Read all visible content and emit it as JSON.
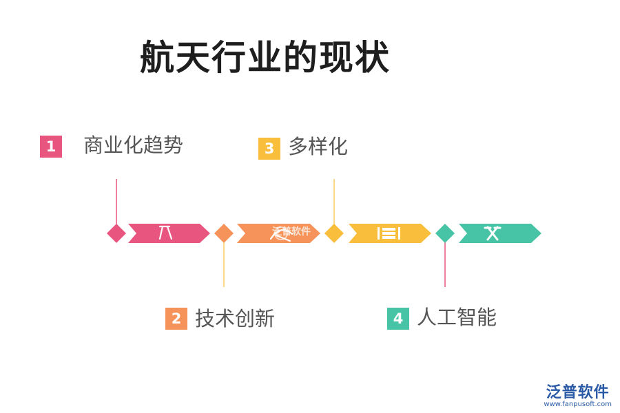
{
  "title": "航天行业的现状",
  "colors": {
    "pink": "#e8557e",
    "orange": "#f5935a",
    "yellow": "#f8be3c",
    "teal": "#47c3a5"
  },
  "items": [
    {
      "num": "1",
      "label": "商业化趋势",
      "icon": "compass-icon"
    },
    {
      "num": "2",
      "label": "技术创新",
      "icon": "arc-pen-icon"
    },
    {
      "num": "3",
      "label": "多样化",
      "icon": "film-strip-icon"
    },
    {
      "num": "4",
      "label": "人工智能",
      "icon": "tools-cross-icon"
    }
  ],
  "watermark": "泛普软件",
  "brand": {
    "name": "泛普软件",
    "url": "www.fanpusoft.com"
  }
}
